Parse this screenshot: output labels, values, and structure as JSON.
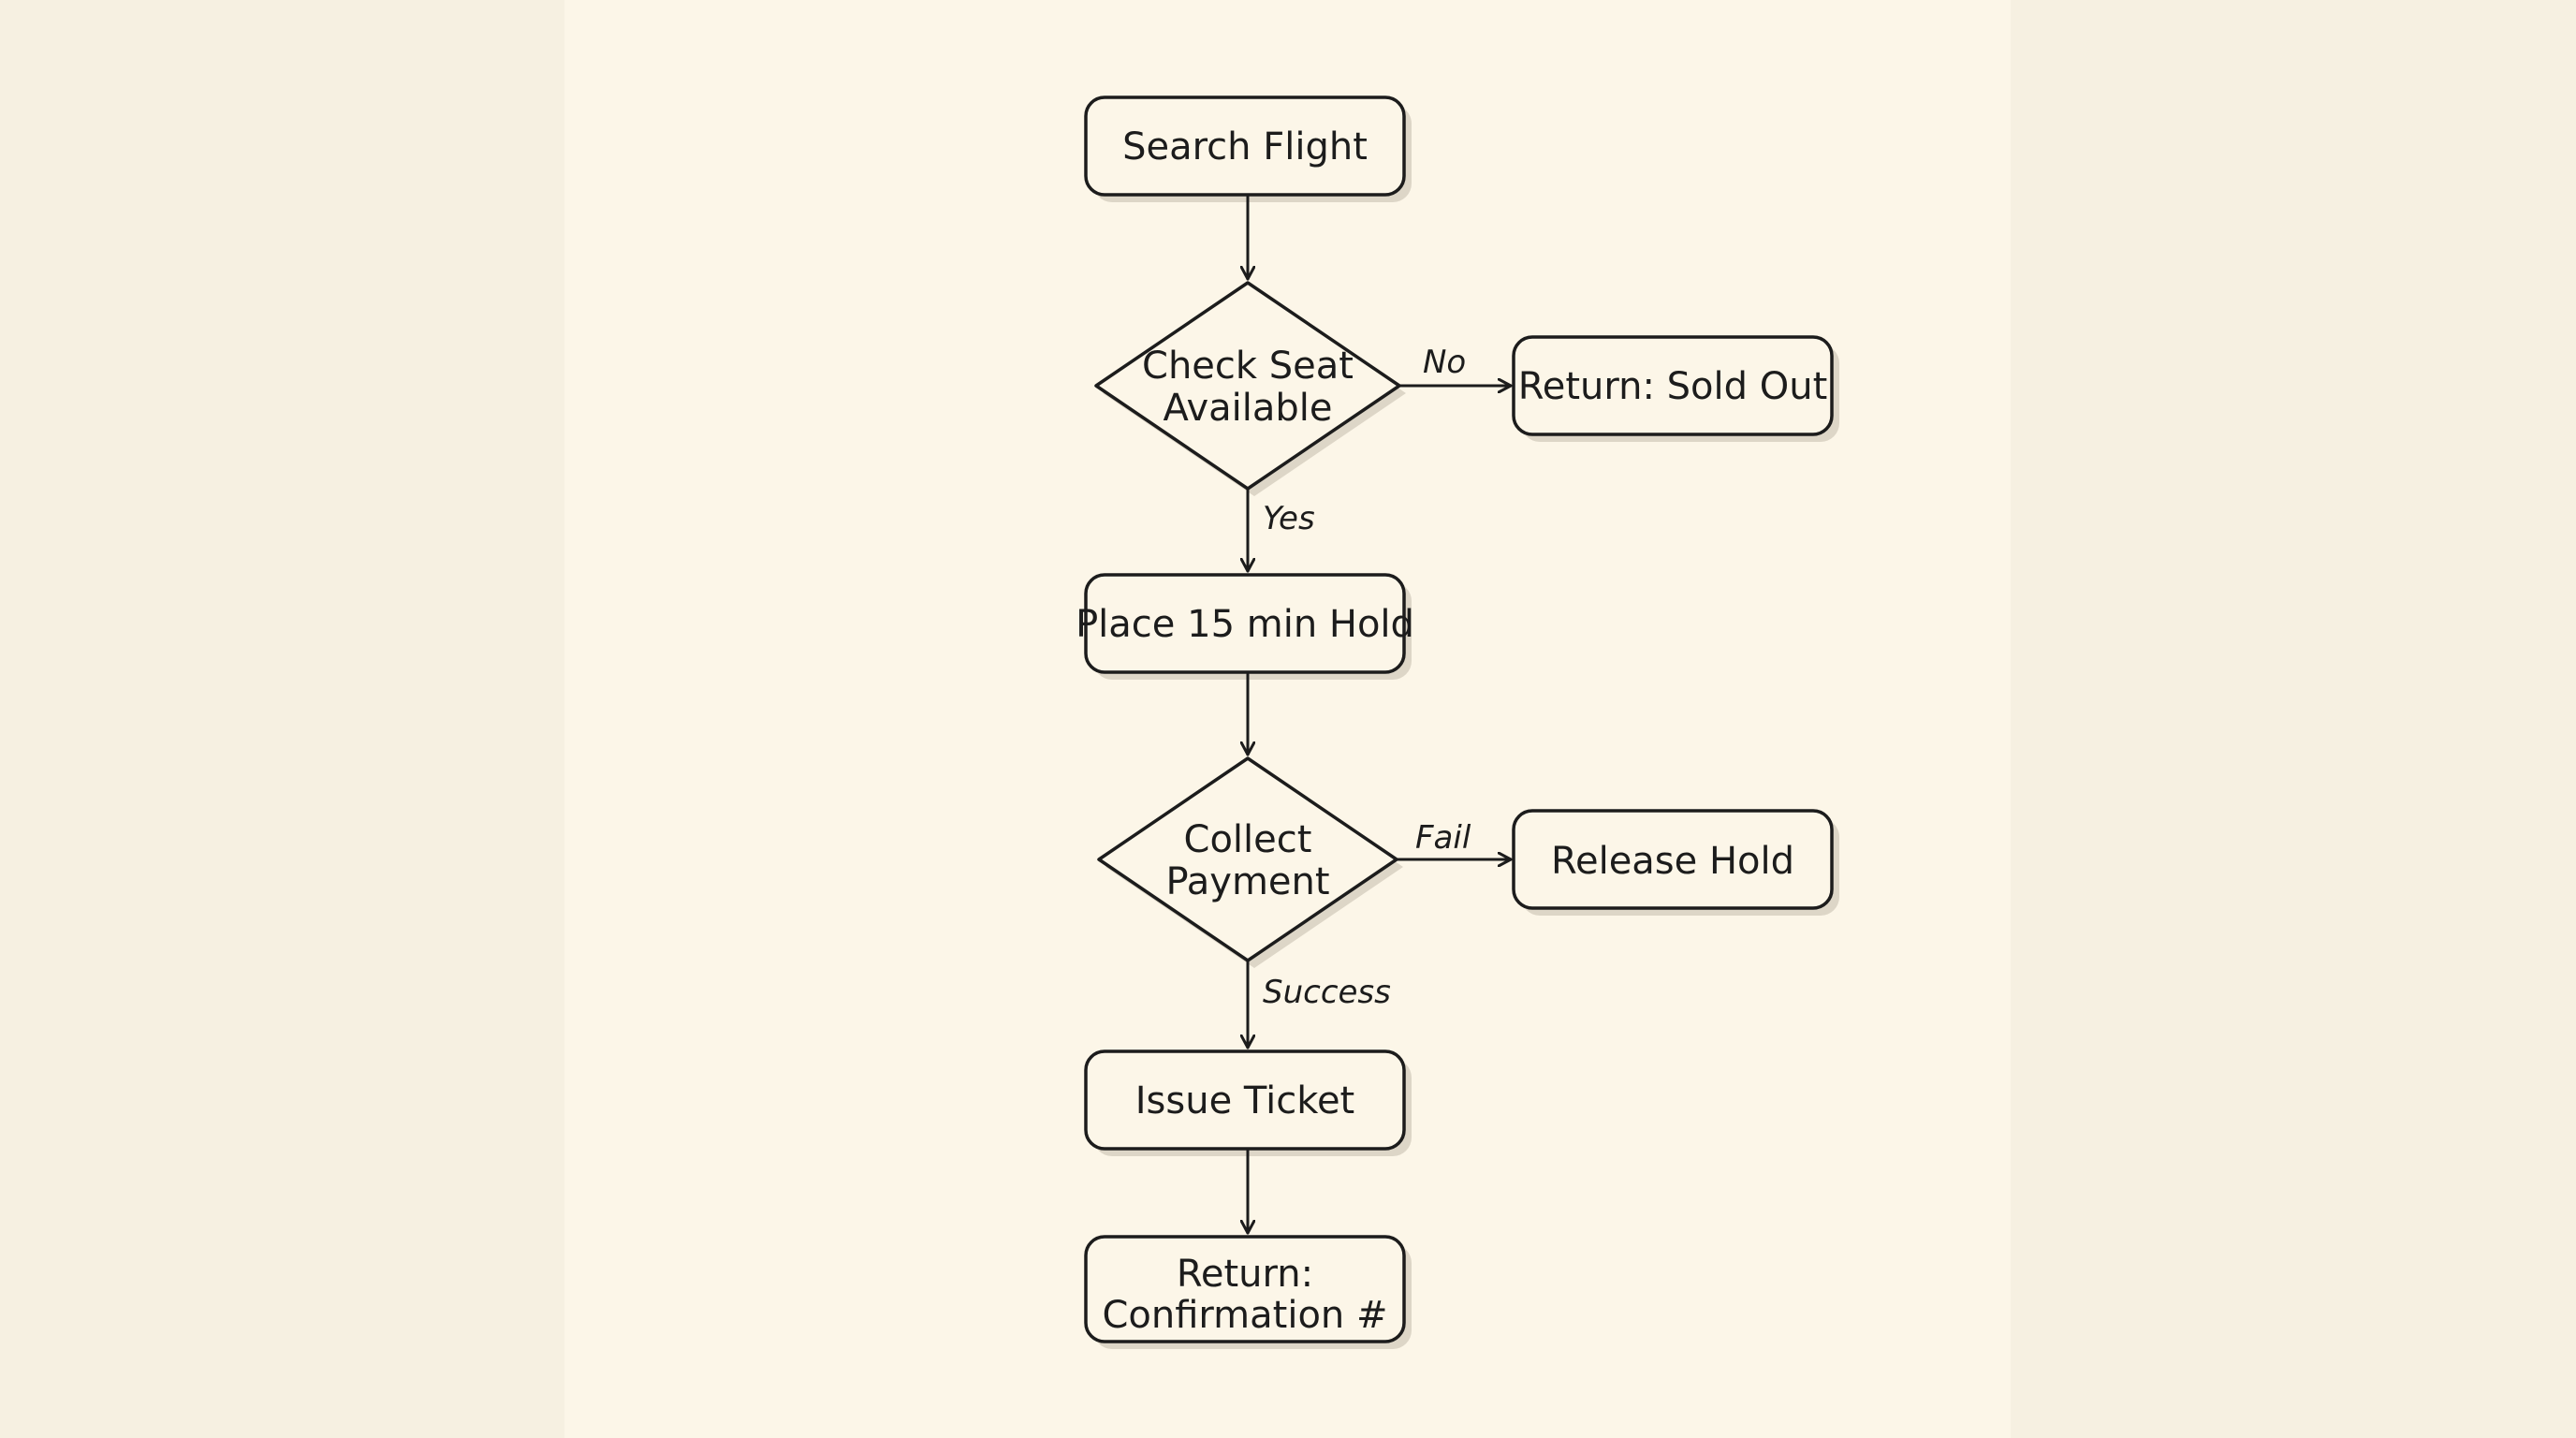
{
  "diagram": {
    "nodes": {
      "search_flight": {
        "lines": [
          "Search Flight"
        ]
      },
      "check_seat": {
        "lines": [
          "Check Seat",
          "Available"
        ]
      },
      "sold_out": {
        "lines": [
          "Return: Sold Out"
        ]
      },
      "place_hold": {
        "lines": [
          "Place 15 min Hold"
        ]
      },
      "collect_payment": {
        "lines": [
          "Collect",
          "Payment"
        ]
      },
      "release_hold": {
        "lines": [
          "Release Hold"
        ]
      },
      "issue_ticket": {
        "lines": [
          "Issue Ticket"
        ]
      },
      "confirmation": {
        "lines": [
          "Return:",
          "Confirmation #"
        ]
      }
    },
    "edge_labels": {
      "no": "No",
      "yes": "Yes",
      "fail": "Fail",
      "success": "Success"
    }
  }
}
